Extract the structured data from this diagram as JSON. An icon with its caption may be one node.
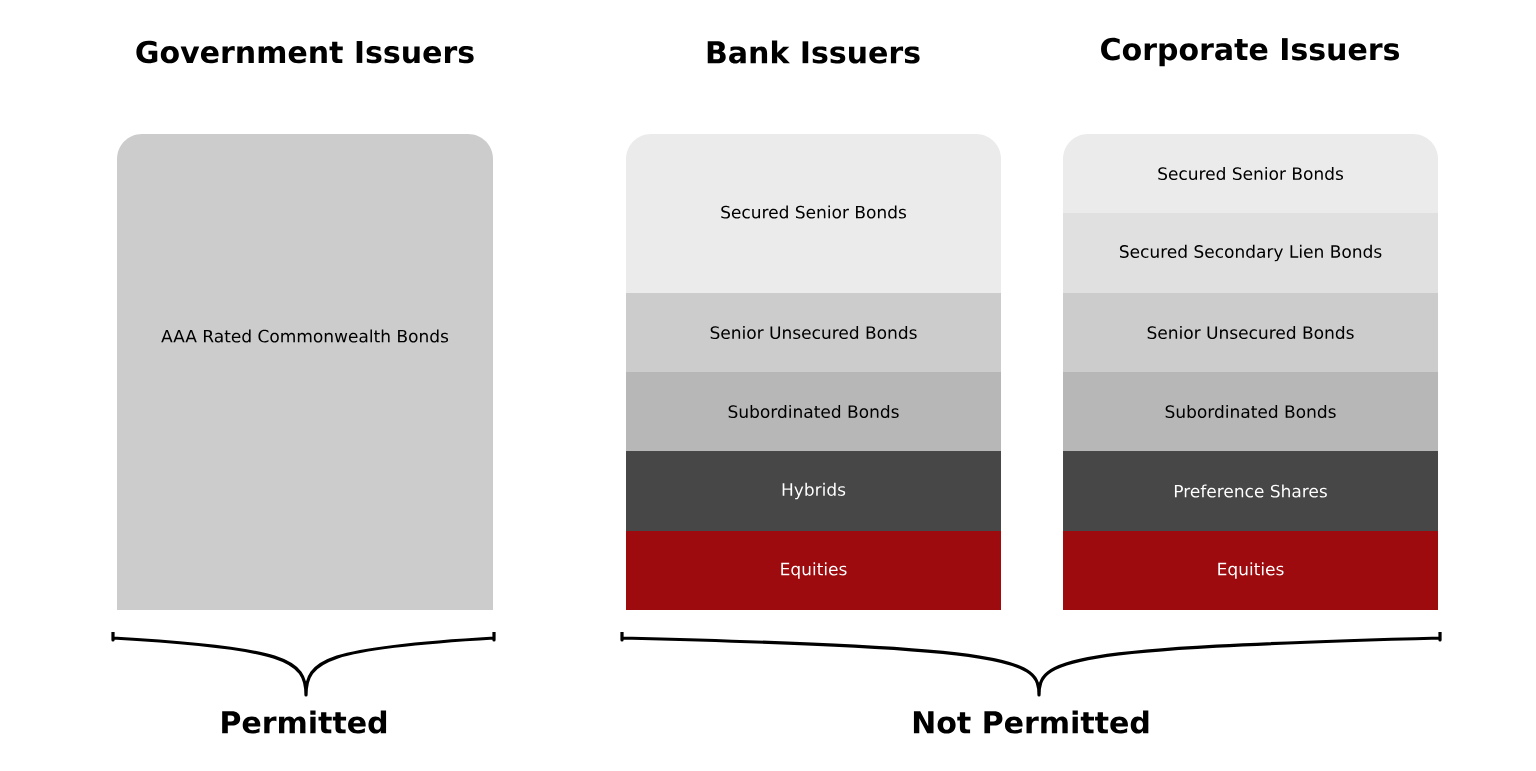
{
  "diagram": {
    "nodes": [
      {
        "text": [
          "AAA Rated Commonwealth Bonds"
        ]
      },
      {
        "text": [
          "Secured Senior Bonds"
        ]
      },
      {
        "text": [
          "Senior Unsecured Bonds"
        ]
      },
      {
        "text": [
          "Subordinated Bonds"
        ]
      },
      {
        "text": [
          "Hybrids"
        ]
      },
      {
        "text": [
          "Equities"
        ]
      },
      {
        "text": [
          "Secured Senior Bonds"
        ]
      },
      {
        "text": [
          "Secured Secondary Lien Bonds"
        ]
      },
      {
        "text": [
          "Senior Unsecured Bonds"
        ]
      },
      {
        "text": [
          "Subordinated Bonds"
        ]
      },
      {
        "text": [
          "Preference Shares"
        ]
      },
      {
        "text": [
          "Equities"
        ]
      }
    ],
    "labels": [
      "Government Issuers",
      "Bank Issuers",
      "Corporate Issuers",
      "Permitted",
      "Not Permitted"
    ]
  }
}
